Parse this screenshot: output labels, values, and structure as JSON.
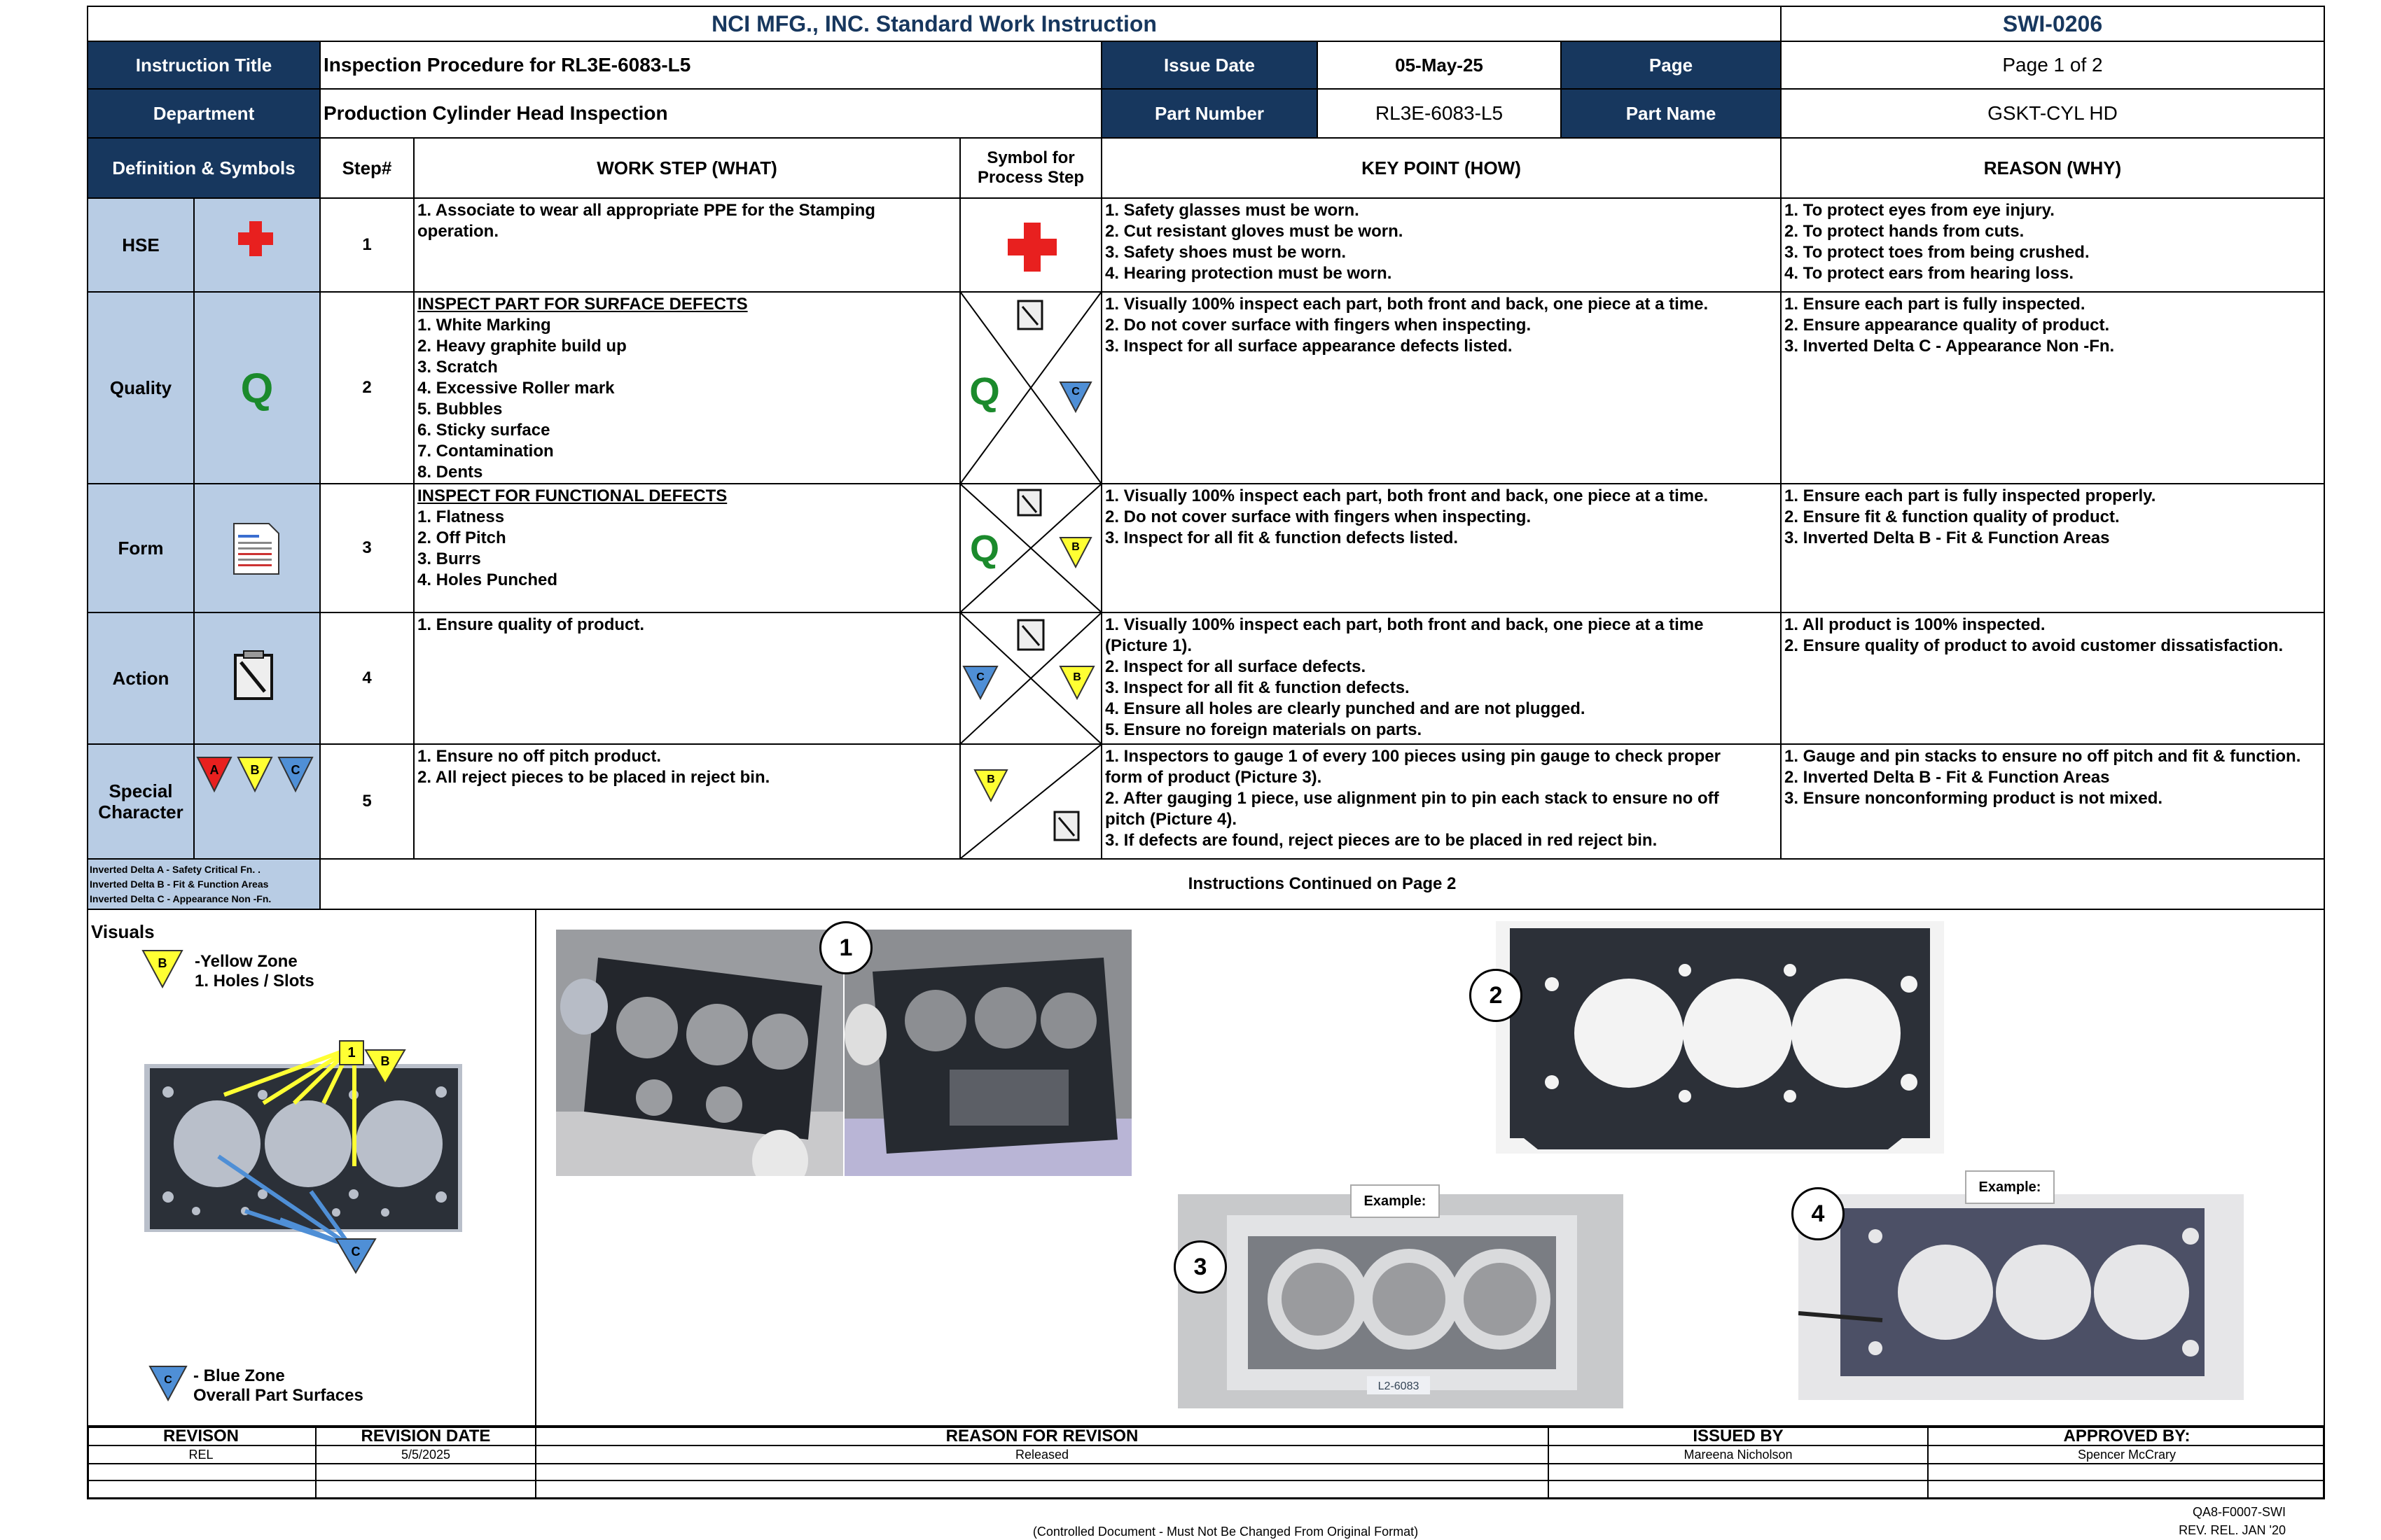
{
  "header": {
    "title": "NCI MFG., INC. Standard Work Instruction",
    "doc_number": "SWI-0206"
  },
  "info": {
    "instruction_title_label": "Instruction Title",
    "instruction_title": "Inspection Procedure for RL3E-6083-L5",
    "issue_date_label": "Issue Date",
    "issue_date": "05-May-25",
    "page_label": "Page",
    "page": "Page 1 of 2",
    "department_label": "Department",
    "department": "Production Cylinder Head Inspection",
    "part_number_label": "Part Number",
    "part_number": "RL3E-6083-L5",
    "part_name_label": "Part Name",
    "part_name": "GSKT-CYL HD"
  },
  "columns": {
    "definitions": "Definition & Symbols",
    "step": "Step#",
    "work_step": "WORK STEP (WHAT)",
    "symbol_line1": "Symbol for",
    "symbol_line2": "Process Step",
    "key_point": "KEY POINT (HOW)",
    "reason": "REASON (WHY)"
  },
  "definitions": [
    {
      "label": "HSE",
      "symbol": "red-cross-icon"
    },
    {
      "label": "Quality",
      "symbol": "Q"
    },
    {
      "label": "Form",
      "symbol": "form-document-icon"
    },
    {
      "label": "Action",
      "symbol": "clipboard-icon"
    },
    {
      "label_line1": "Special",
      "label_line2": "Character",
      "symbol": "delta-triangles-icon"
    }
  ],
  "delta_legend": [
    "Inverted Delta A - Safety Critical Fn. .",
    "Inverted Delta B - Fit & Function Areas",
    "Inverted Delta C  - Appearance Non -Fn."
  ],
  "steps": [
    {
      "num": "1",
      "work": [
        "1. Associate to wear all appropriate PPE for the Stamping",
        "operation."
      ],
      "key": [
        "1. Safety glasses must be worn.",
        "2. Cut resistant gloves must be worn.",
        "3. Safety shoes must be worn.",
        "4. Hearing protection must be worn."
      ],
      "reason": [
        "1. To protect eyes from eye injury.",
        "2. To protect hands from cuts.",
        "3. To protect toes from being crushed.",
        "4. To protect ears from hearing loss."
      ]
    },
    {
      "num": "2",
      "work_heading": "INSPECT PART FOR SURFACE DEFECTS",
      "work": [
        "1. White Marking",
        "2. Heavy graphite build up",
        "3. Scratch",
        "4. Excessive Roller mark",
        "5. Bubbles",
        "6. Sticky surface",
        "7. Contamination",
        "8. Dents"
      ],
      "key": [
        "1. Visually 100% inspect each part, both front and back, one piece at a time.",
        "2. Do not cover surface with fingers when inspecting.",
        "3. Inspect for all surface appearance defects listed."
      ],
      "reason": [
        "1. Ensure each part is fully inspected.",
        "2. Ensure appearance quality of product.",
        "3. Inverted Delta C  - Appearance Non -Fn."
      ]
    },
    {
      "num": "3",
      "work_heading": "INSPECT FOR FUNCTIONAL DEFECTS",
      "work": [
        "1. Flatness",
        "2. Off Pitch",
        "3. Burrs",
        "4. Holes Punched"
      ],
      "key": [
        "1. Visually 100% inspect each part, both front and back, one piece at a time.",
        "2. Do not cover surface with fingers when inspecting.",
        "3. Inspect for all fit & function defects listed."
      ],
      "reason": [
        "1. Ensure each part is fully inspected properly.",
        "2. Ensure fit & function quality of product.",
        "3. Inverted Delta B - Fit & Function Areas"
      ]
    },
    {
      "num": "4",
      "work": [
        "1. Ensure quality of product."
      ],
      "key": [
        "1. Visually 100% inspect each part, both front and back, one piece at a time",
        "(Picture 1).",
        "2. Inspect for all surface defects.",
        "3. Inspect for all fit & function defects.",
        "4. Ensure all holes are clearly punched and are not plugged.",
        "5. Ensure no foreign materials on parts."
      ],
      "reason": [
        "1. All product is 100% inspected.",
        "2. Ensure quality of product to avoid customer dissatisfaction."
      ]
    },
    {
      "num": "5",
      "work": [
        "1. Ensure no off pitch product.",
        "2. All reject pieces to be placed in reject bin."
      ],
      "key": [
        "1. Inspectors to gauge 1 of every 100 pieces using pin gauge to check proper",
        "form of product (Picture 3).",
        "2. After gauging 1 piece, use alignment pin to pin each stack to ensure no off",
        "pitch (Picture 4).",
        "3. If defects are found, reject pieces are to be placed in red reject bin."
      ],
      "reason": [
        "1. Gauge and pin stacks to ensure no off pitch and fit & function.",
        "2. Inverted Delta B - Fit & Function Areas",
        "3. Ensure nonconforming product is not mixed."
      ]
    }
  ],
  "continued": "Instructions Continued on Page 2",
  "visuals": {
    "title": "Visuals",
    "yellow_zone_line1": "-Yellow Zone",
    "yellow_zone_line2": "1. Holes / Slots",
    "blue_zone_line1": "- Blue Zone",
    "blue_zone_line2": "Overall Part Surfaces",
    "callout_1": "1",
    "delta_b": "B",
    "delta_c": "C",
    "delta_a": "A",
    "picture_labels": [
      "1",
      "2",
      "3",
      "4"
    ],
    "example_label": "Example:",
    "plate_label": "L2-6083"
  },
  "revision": {
    "headers": [
      "REVISON",
      "REVISION DATE",
      "REASON FOR REVISON",
      "ISSUED BY",
      "APPROVED BY:"
    ],
    "rows": [
      [
        "REL",
        "5/5/2025",
        "Released",
        "Mareena Nicholson",
        "Spencer McCrary"
      ]
    ]
  },
  "footer": {
    "note": "(Controlled Document - Must Not Be Changed From Original Format)",
    "form_number": "QA8-F0007-SWI",
    "revision": "REV. REL. JAN '20"
  },
  "colors": {
    "navy": "#17375e",
    "light_blue": "#b8cce4",
    "red": "#e8201f",
    "green": "#1b8a2c",
    "yellow": "#ffff33",
    "blue_delta": "#4f8fd6"
  }
}
